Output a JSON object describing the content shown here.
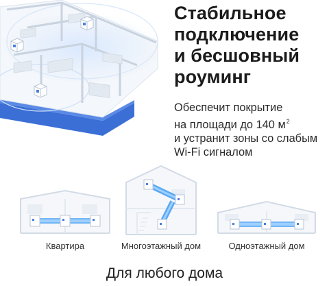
{
  "headline": {
    "line1": "Стабильное",
    "line2": "подключение",
    "line3": "и бесшовный",
    "line4": "роуминг"
  },
  "subtext": {
    "line1": "Обеспечит покрытие",
    "line2a": "на площади до 140 м",
    "line2sup": "2",
    "line3": "и устранит зоны со слабым",
    "line4": "Wi-Fi сигналом"
  },
  "homes": [
    {
      "label": "Квартира",
      "icon": "apartment-icon"
    },
    {
      "label": "Многоэтажный дом",
      "icon": "multistory-house-icon"
    },
    {
      "label": "Одноэтажный дом",
      "icon": "single-story-house-icon"
    }
  ],
  "footer": "Для любого дома",
  "colors": {
    "accent_blue": "#3b6fd6",
    "signal_blue": "#5aa9f5",
    "outline": "#d2dbe6",
    "text": "#1b1b1b"
  }
}
